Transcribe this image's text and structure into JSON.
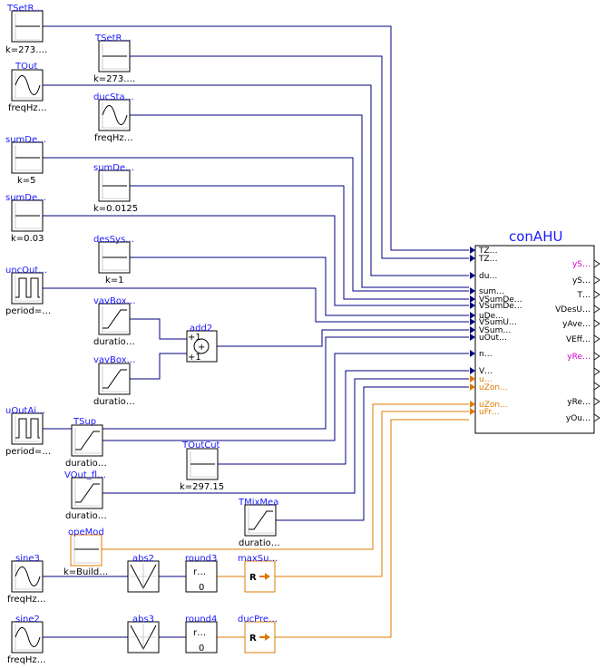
{
  "blocks": {
    "TSetRoo1": {
      "name": "TSetR…",
      "param": "k=273.…"
    },
    "TSetRoo2": {
      "name": "TSetR…",
      "param": "k=273.…"
    },
    "TOut": {
      "name": "TOut",
      "param": "freqHz…"
    },
    "ducSta": {
      "name": "ducSta…",
      "param": "freqHz…"
    },
    "sumDes1": {
      "name": "sumDe…",
      "param": "k=5"
    },
    "sumDes2": {
      "name": "sumDe…",
      "param": "k=0.0125"
    },
    "sumDes3": {
      "name": "sumDe…",
      "param": "k=0.03"
    },
    "desSys": {
      "name": "desSys…",
      "param": "k=1"
    },
    "uncOut": {
      "name": "uncOut…",
      "param": "period=…"
    },
    "vavBox1": {
      "name": "vavBox…",
      "param": "duratio…"
    },
    "vavBox2": {
      "name": "vavBox…",
      "param": "duratio…"
    },
    "add2": {
      "name": "add2",
      "in1": "+1",
      "in2": "+1",
      "op": "+"
    },
    "uOutAir": {
      "name": "uOutAi…",
      "param": "period=…"
    },
    "TSup": {
      "name": "TSup",
      "param": "duratio…"
    },
    "TOutCut": {
      "name": "TOutCut",
      "param": "k=297.15"
    },
    "VOut_flow": {
      "name": "VOut_fl…",
      "param": "duratio…"
    },
    "TMixMea": {
      "name": "TMixMea",
      "param": "duratio…"
    },
    "opeMod": {
      "name": "opeMod",
      "param": "k=Build…"
    },
    "sine3": {
      "name": "sine3",
      "param": "freqHz…"
    },
    "sine2": {
      "name": "sine2",
      "param": "freqHz…"
    },
    "abs2": {
      "name": "abs2"
    },
    "abs3": {
      "name": "abs3"
    },
    "round3": {
      "name": "round3",
      "top": "r…",
      "bottom": "0"
    },
    "round4": {
      "name": "round4",
      "top": "r…",
      "bottom": "0"
    },
    "maxSup": {
      "name": "maxSu…",
      "symbol": "R"
    },
    "ducPre": {
      "name": "ducPre…",
      "symbol": "R"
    }
  },
  "conAHU": {
    "title": "conAHU",
    "inputs": [
      "TZ…",
      "TZ…",
      "du…",
      "sum…",
      "VSumDe…",
      "VSumDe…",
      "uDe…",
      "VSumU…",
      "VSum…",
      "uOut…",
      "n…",
      "V…",
      "u…",
      "uZon…",
      "uZon…",
      "uFr…"
    ],
    "outputs": [
      "yS…",
      "yS…",
      "T…",
      "VDesU…",
      "yAve…",
      "VEff…",
      "yRe…",
      "yRe…",
      "yOu…"
    ]
  },
  "colors": {
    "connector": "#00007f",
    "integer": "#e07800",
    "name": "#1a1aff",
    "highlight": "#d000d0"
  }
}
